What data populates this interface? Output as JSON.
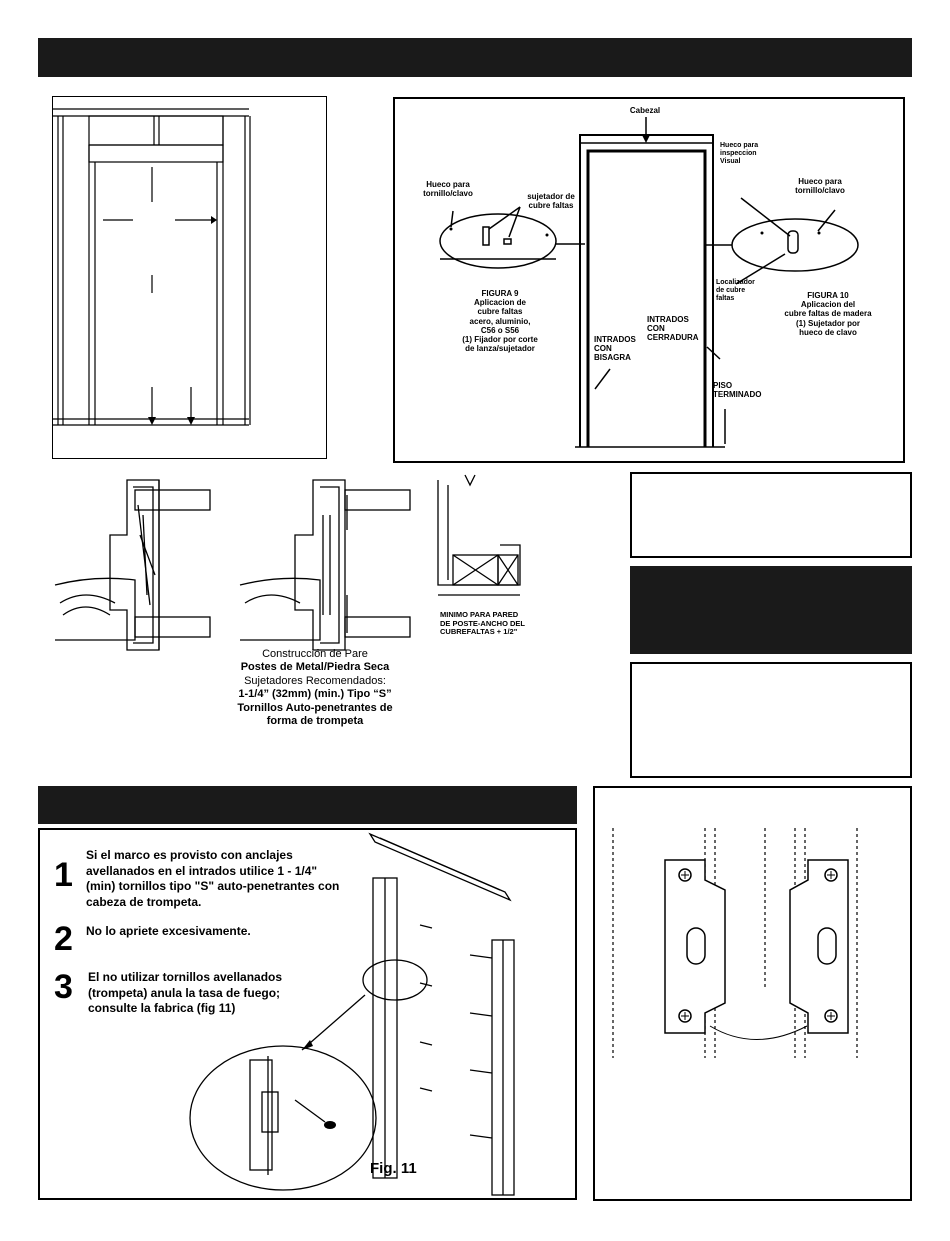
{
  "fig_top_right": {
    "cabezal": "Cabezal",
    "hueco_tornillo_left": "Hueco para\ntornillo/clavo",
    "sujetador": "sujetador de\ncubre faltas",
    "hueco_inspeccion": "Hueco para\ninspeccion\nVisual",
    "hueco_tornillo_right": "Hueco para\ntornillo/clavo",
    "localizador": "Localizador\nde cubre\nfaltas",
    "figura9": "FIGURA 9\nAplicacion de\ncubre faltas\nacero, aluminio,\nC56 o S56\n(1) Fijador por corte\nde lanza/sujetador",
    "figura10": "FIGURA 10\nAplicacion del\ncubre faltas de madera\n(1) Sujetador por\nhueco de clavo",
    "intrados_cerradura": "INTRADOS\nCON\nCERRADURA",
    "intrados_bisagra": "INTRADOS\nCON\nBISAGRA",
    "piso": "PISO\nTERMINADO"
  },
  "wall_section": {
    "minimo": "MINIMO PARA PARED\nDE POSTE-ANCHO DEL\nCUBREFALTAS + 1/2\"",
    "caption_line1": "Construcción de Pare",
    "caption_line2": "Postes de Metal/Piedra Seca",
    "caption_line3": "Sujetadores Recomendados:",
    "caption_line4": "1-1/4” (32mm) (min.) Tipo “S”",
    "caption_line5": "Tornillos Auto-penetrantes de",
    "caption_line6": "forma de trompeta"
  },
  "steps": [
    {
      "num": "1",
      "text": "Si el marco es provisto con anclajes\navellanados en el intrados utilice 1 - 1/4\"\n(min) tornillos tipo \"S\" auto-penetrantes con\ncabeza de trompeta."
    },
    {
      "num": "2",
      "text": "No lo apriete excesivamente."
    },
    {
      "num": "3",
      "text": "El no utilizar tornillos avellanados\n(trompeta) anula la tasa de fuego;\nconsulte la fabrica (fig 11)"
    }
  ],
  "fig11_label": "Fig. 11"
}
